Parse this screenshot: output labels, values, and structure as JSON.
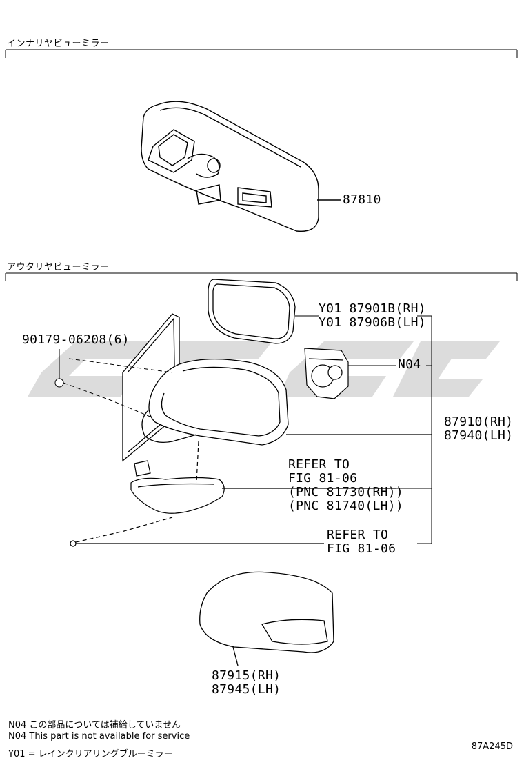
{
  "sections": {
    "inner_title": "インナリヤビューミラー",
    "outer_title": "アウタリヤビューミラー"
  },
  "parts": {
    "inner_mirror": "87810",
    "bolt": "90179-06208(6)",
    "glass_rh": "Y01 87901B(RH)",
    "glass_lh": "Y01 87906B(LH)",
    "motor": "N04",
    "mirror_rh": "87910(RH)",
    "mirror_lh": "87940(LH)",
    "refer1_line1": "REFER TO",
    "refer1_line2": "FIG 81-06",
    "refer1_line3": "(PNC 81730(RH))",
    "refer1_line4": "(PNC 81740(LH))",
    "refer2_line1": "REFER TO",
    "refer2_line2": "FIG 81-06",
    "cover_rh": "87915(RH)",
    "cover_lh": "87945(LH)"
  },
  "notes": {
    "n04_jp": "N04 この部品については補給していません",
    "n04_en": "N04 This part is not available for service",
    "y01_jp": "Y01 = レインクリアリングブルーミラー"
  },
  "figure_code": "87A245D"
}
